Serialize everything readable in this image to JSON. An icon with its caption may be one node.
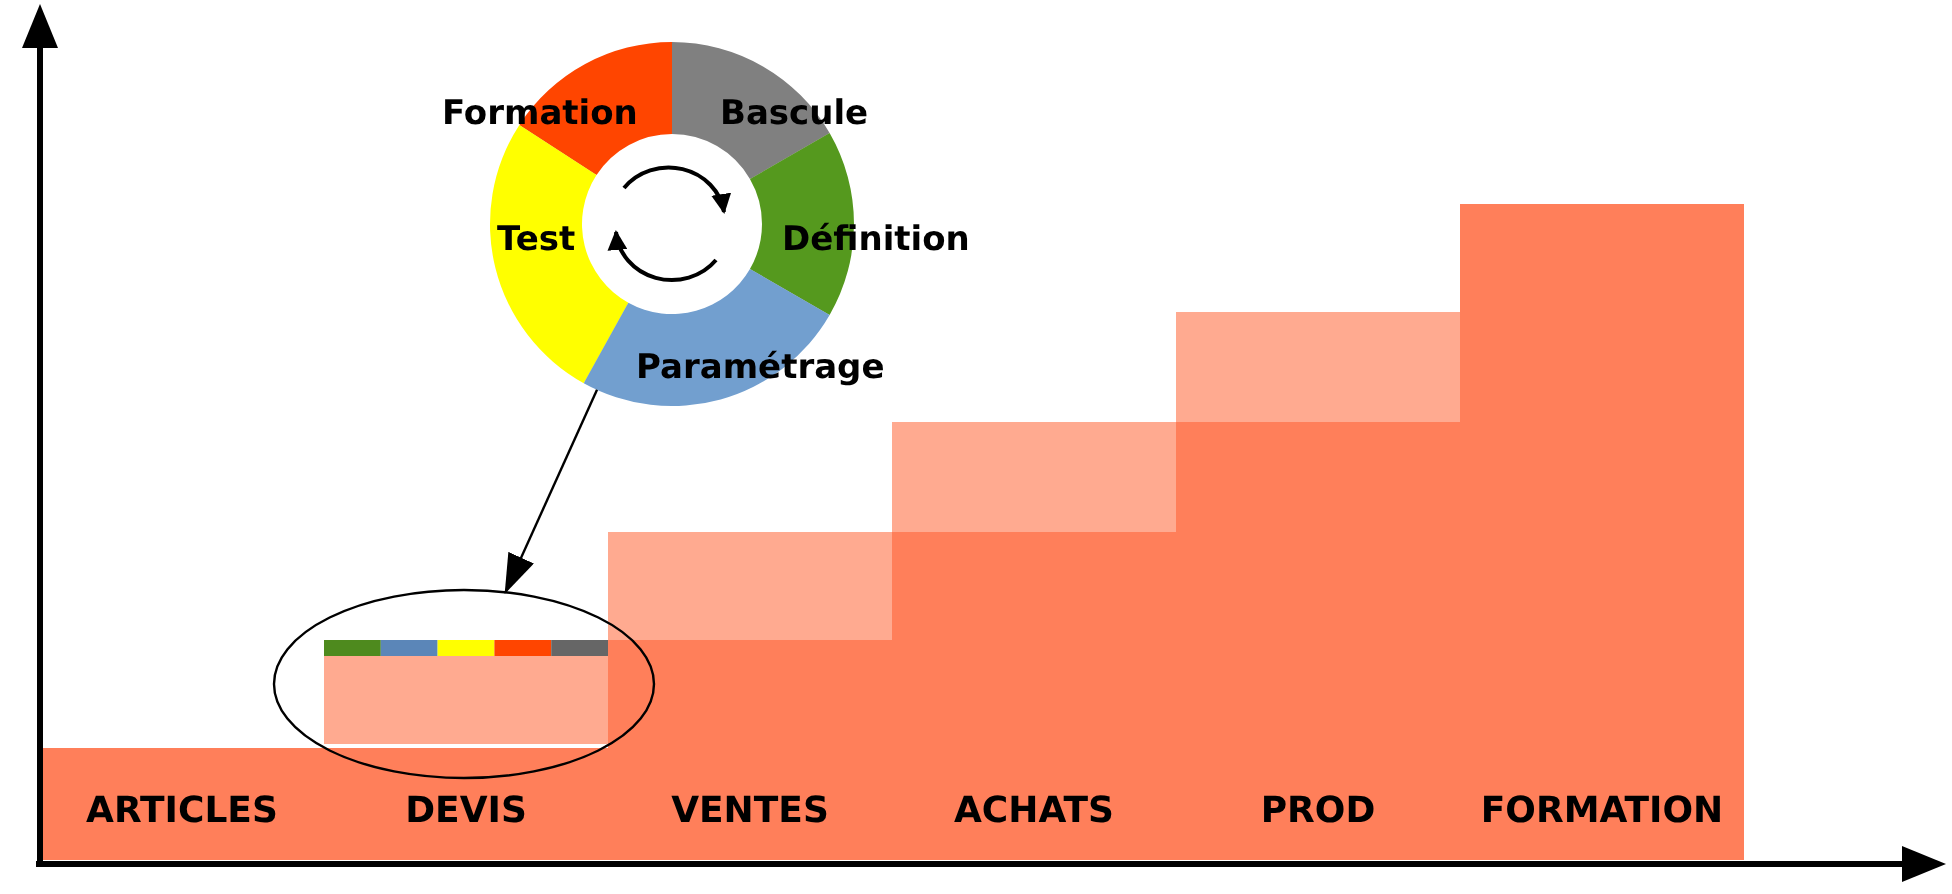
{
  "diagram": {
    "nodes": [
      {
        "text": [],
        "shape": "circle"
      },
      {
        "text": [
          "Formation"
        ],
        "in": 0
      },
      {
        "text": [
          "Bascule"
        ],
        "in": 0
      },
      {
        "text": [
          "Test"
        ],
        "in": 0
      },
      {
        "text": [
          "Définition"
        ],
        "in": 0
      },
      {
        "text": [
          "Paramétrage"
        ],
        "in": 0
      },
      {
        "text": [],
        "shape": "ellipse"
      },
      {
        "text": [
          "ARTICLES"
        ]
      },
      {
        "text": [
          "DEVIS"
        ]
      },
      {
        "text": [
          "VENTES"
        ]
      },
      {
        "text": [
          "ACHATS"
        ]
      },
      {
        "text": [
          "PROD"
        ]
      },
      {
        "text": [
          "FORMATION"
        ]
      },
      {
        "text": [],
        "shape": "box",
        "in": 6
      },
      {
        "text": [],
        "shape": "box"
      },
      {
        "text": [],
        "shape": "box"
      },
      {
        "text": [],
        "shape": "box"
      }
    ],
    "edges": [
      {
        "from": 0,
        "to": 6,
        "arrow": "to"
      }
    ]
  }
}
